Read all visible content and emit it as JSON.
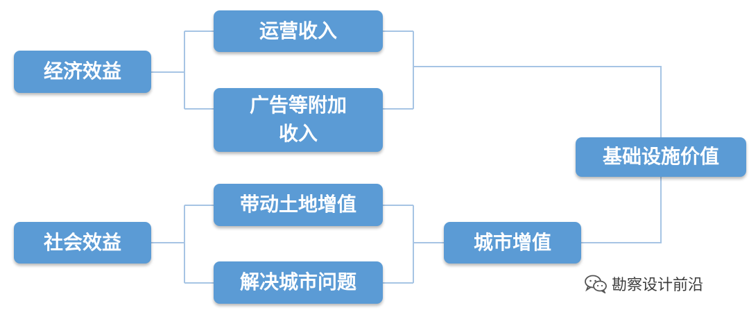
{
  "diagram": {
    "nodes": {
      "economic_benefit": "经济效益",
      "operating_income": "运营收入",
      "ad_income_line1": "广告等附加",
      "ad_income_line2": "收入",
      "social_benefit": "社会效益",
      "land_appreciation": "带动土地增值",
      "solve_city_problems": "解决城市问题",
      "city_value_add": "城市增值",
      "infrastructure_value": "基础设施价值"
    },
    "edges": [
      [
        "economic_benefit",
        "operating_income"
      ],
      [
        "economic_benefit",
        "ad_income"
      ],
      [
        "operating_income",
        "infrastructure_value"
      ],
      [
        "ad_income",
        "infrastructure_value"
      ],
      [
        "social_benefit",
        "land_appreciation"
      ],
      [
        "social_benefit",
        "solve_city_problems"
      ],
      [
        "land_appreciation",
        "city_value_add"
      ],
      [
        "solve_city_problems",
        "city_value_add"
      ],
      [
        "city_value_add",
        "infrastructure_value"
      ]
    ],
    "colors": {
      "box_fill": "#5b9bd5",
      "box_text": "#ffffff",
      "connector": "#a6c4e4"
    }
  },
  "watermark": {
    "text": "勘察设计前沿",
    "icon": "wechat-icon"
  }
}
